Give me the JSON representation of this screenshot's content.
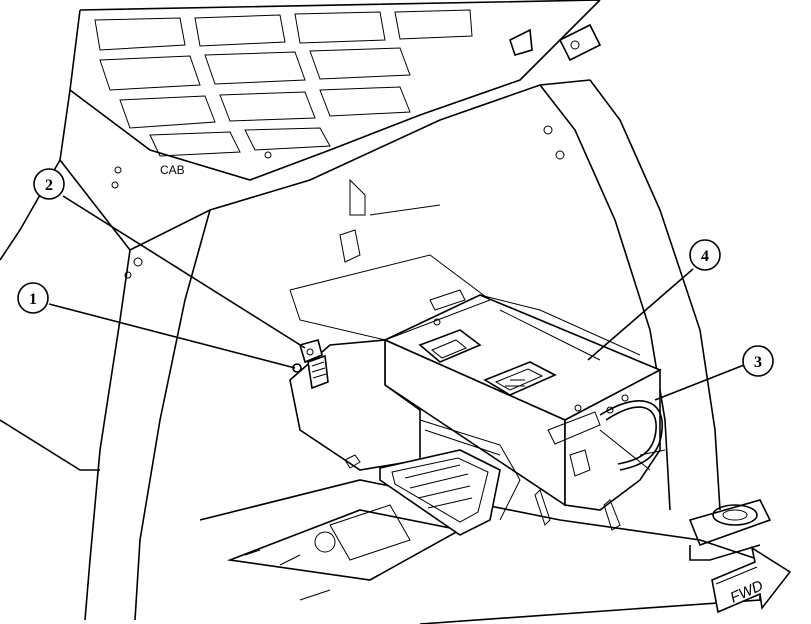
{
  "diagram": {
    "labels": {
      "cab": "CAB"
    },
    "fwd_arrow": "FWD",
    "callouts": [
      {
        "id": "1"
      },
      {
        "id": "2"
      },
      {
        "id": "3"
      },
      {
        "id": "4"
      }
    ]
  }
}
